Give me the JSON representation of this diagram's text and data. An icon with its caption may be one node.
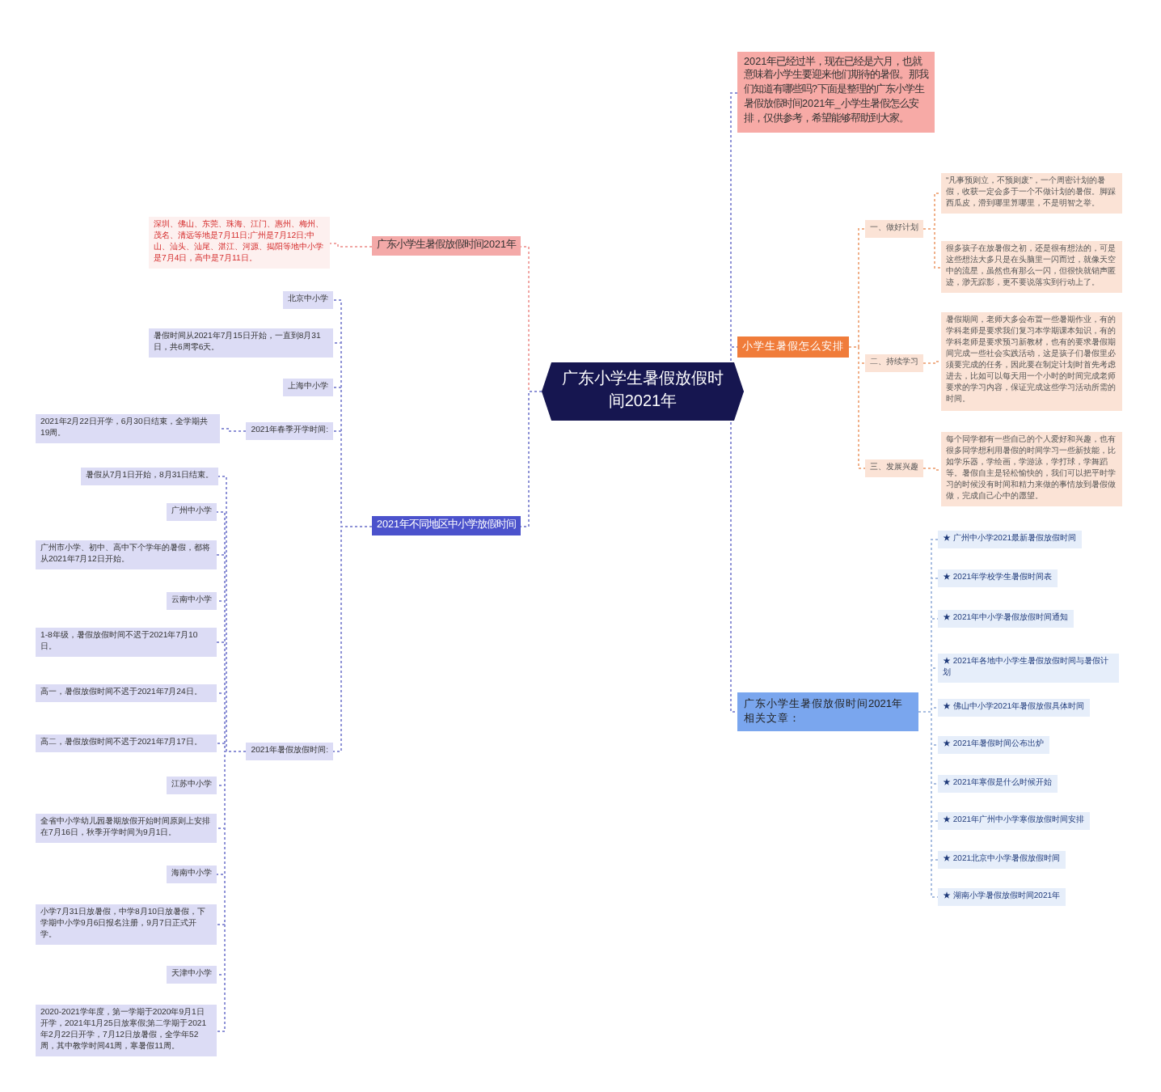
{
  "diagram": {
    "nodes": [
      {
        "text": [
          "广东小学生暑假放假时间2021年"
        ]
      },
      {
        "text": [
          "广东小学生暑假放假时间2021年"
        ]
      },
      {
        "text": [
          "深圳、佛山、东莞、珠海、江门、惠州、梅州、茂名、清远等地是7月11日;广州是7月12日;中山、汕头、汕尾、湛江、河源、揭阳等地中小学是7月4日，高中是7月11日。"
        ]
      },
      {
        "text": [
          "2021年不同地区中小学放假时间"
        ]
      },
      {
        "text": [
          "北京中小学"
        ]
      },
      {
        "text": [
          "暑假时间从2021年7月15日开始，一直到8月31日，共6周零6天。"
        ]
      },
      {
        "text": [
          "上海中小学"
        ]
      },
      {
        "text": [
          "2021年春季开学时间:"
        ]
      },
      {
        "text": [
          "2021年2月22日开学，6月30日结束，全学期共19周。"
        ]
      },
      {
        "text": [
          "2021年暑假放假时间:"
        ]
      },
      {
        "text": [
          "暑假从7月1日开始，8月31日结束。"
        ]
      },
      {
        "text": [
          "广州中小学"
        ]
      },
      {
        "text": [
          "广州市小学、初中、高中下个学年的暑假，都将从2021年7月12日开始。"
        ]
      },
      {
        "text": [
          "云南中小学"
        ]
      },
      {
        "text": [
          "1-8年级，暑假放假时间不迟于2021年7月10日。"
        ]
      },
      {
        "text": [
          "高一，暑假放假时间不迟于2021年7月24日。"
        ]
      },
      {
        "text": [
          "高二，暑假放假时间不迟于2021年7月17日。"
        ]
      },
      {
        "text": [
          "江苏中小学"
        ]
      },
      {
        "text": [
          "全省中小学幼儿园暑期放假开始时间原则上安排在7月16日，秋季开学时间为9月1日。"
        ]
      },
      {
        "text": [
          "海南中小学"
        ]
      },
      {
        "text": [
          "小学7月31日放暑假，中学8月10日放暑假，下学期中小学9月6日报名注册，9月7日正式开学。"
        ]
      },
      {
        "text": [
          "天津中小学"
        ]
      },
      {
        "text": [
          "2020-2021学年度，第一学期于2020年9月1日开学，2021年1月25日放寒假;第二学期于2021年2月22日开学，7月12日放暑假，全学年52周，其中教学时间41周，寒暑假11周。"
        ]
      },
      {
        "text": [
          "2021年已经过半，现在已经是六月，也就意味着小学生要迎来他们期待的暑假。那我们知道有哪些吗?下面是整理的广东小学生暑假放假时间2021年_小学生暑假怎么安排，仅供参考，希望能够帮助到大家。"
        ]
      },
      {
        "text": [
          "小学生暑假怎么安排"
        ]
      },
      {
        "text": [
          "一、做好计划"
        ]
      },
      {
        "text": [
          "“凡事预则立，不预则废”，一个周密计划的暑假，收获一定会多于一个不做计划的暑假。脚踩西瓜皮，滑到哪里算哪里，不是明智之举。"
        ]
      },
      {
        "text": [
          "很多孩子在放暑假之初，还是很有想法的，可是这些想法大多只是在头脑里一闪而过，就像天空中的流星，虽然也有那么一闪，但很快就销声匿迹，渺无踪影，更不要说落实到行动上了。"
        ]
      },
      {
        "text": [
          "二、持续学习"
        ]
      },
      {
        "text": [
          "暑假期间，老师大多会布置一些暑期作业，有的学科老师是要求我们复习本学期课本知识，有的学科老师是要求预习新教材，也有的要求暑假期间完成一些社会实践活动，这是孩子们暑假里必须要完成的任务，因此要在制定计划时首先考虑进去，比如可以每天用一个小时的时间完成老师要求的学习内容，保证完成这些学习活动所需的时间。"
        ]
      },
      {
        "text": [
          "三、发展兴趣"
        ]
      },
      {
        "text": [
          "每个同学都有一些自己的个人爱好和兴趣，也有很多同学想利用暑假的时间学习一些新技能，比如学乐器，学绘画，学游泳，学打球，学舞蹈等。暑假自主是轻松愉快的，我们可以把平时学习的时候没有时间和精力来做的事情放到暑假做做，完成自己心中的愿望。"
        ]
      },
      {
        "text": [
          "广东小学生暑假放假时间2021年相关文章："
        ]
      },
      {
        "text": [
          "★ 广州中小学2021最新暑假放假时间"
        ]
      },
      {
        "text": [
          "★ 2021年学校学生暑假时间表"
        ]
      },
      {
        "text": [
          "★ 2021年中小学暑假放假时间通知"
        ]
      },
      {
        "text": [
          "★ 2021年各地中小学生暑假放假时间与暑假计划"
        ]
      },
      {
        "text": [
          "★ 佛山中小学2021年暑假放假具体时间"
        ]
      },
      {
        "text": [
          "★ 2021年暑假时间公布出炉"
        ]
      },
      {
        "text": [
          "★ 2021年寒假是什么时候开始"
        ]
      },
      {
        "text": [
          "★ 2021年广州中小学寒假放假时间安排"
        ]
      },
      {
        "text": [
          "★ 2021北京中小学暑假放假时间"
        ]
      },
      {
        "text": [
          "★ 湖南小学暑假放假时间2021年"
        ]
      }
    ],
    "edges": [
      {
        "from": 0,
        "to": 1,
        "arrow": "none",
        "style": "dashed",
        "color": "#f1a7a5"
      },
      {
        "from": 1,
        "to": 2,
        "arrow": "none",
        "style": "dashed",
        "color": "#f1a7a5"
      },
      {
        "from": 0,
        "to": 3,
        "arrow": "none",
        "style": "dashed"
      },
      {
        "from": 3,
        "to": 4,
        "arrow": "none",
        "style": "dashed"
      },
      {
        "from": 3,
        "to": 5,
        "arrow": "none",
        "style": "dashed"
      },
      {
        "from": 3,
        "to": 6,
        "arrow": "none",
        "style": "dashed"
      },
      {
        "from": 3,
        "to": 7,
        "arrow": "none",
        "style": "dashed"
      },
      {
        "from": 7,
        "to": 8,
        "arrow": "none",
        "style": "dashed"
      },
      {
        "from": 3,
        "to": 9,
        "arrow": "none",
        "style": "dashed"
      },
      {
        "from": 9,
        "to": 10,
        "arrow": "none",
        "style": "dashed"
      },
      {
        "from": 9,
        "to": 11,
        "arrow": "none",
        "style": "dashed"
      },
      {
        "from": 9,
        "to": 12,
        "arrow": "none",
        "style": "dashed"
      },
      {
        "from": 9,
        "to": 13,
        "arrow": "none",
        "style": "dashed"
      },
      {
        "from": 9,
        "to": 14,
        "arrow": "none",
        "style": "dashed"
      },
      {
        "from": 9,
        "to": 15,
        "arrow": "none",
        "style": "dashed"
      },
      {
        "from": 9,
        "to": 16,
        "arrow": "none",
        "style": "dashed"
      },
      {
        "from": 9,
        "to": 17,
        "arrow": "none",
        "style": "dashed"
      },
      {
        "from": 9,
        "to": 18,
        "arrow": "none",
        "style": "dashed"
      },
      {
        "from": 9,
        "to": 19,
        "arrow": "none",
        "style": "dashed"
      },
      {
        "from": 9,
        "to": 20,
        "arrow": "none",
        "style": "dashed"
      },
      {
        "from": 9,
        "to": 21,
        "arrow": "none",
        "style": "dashed"
      },
      {
        "from": 9,
        "to": 22,
        "arrow": "none",
        "style": "dashed"
      },
      {
        "from": 0,
        "to": 23,
        "arrow": "none",
        "style": "dashed"
      },
      {
        "from": 0,
        "to": 24,
        "arrow": "none",
        "style": "dashed"
      },
      {
        "from": 24,
        "to": 25,
        "arrow": "none",
        "style": "dashed",
        "color": "#f0b08a"
      },
      {
        "from": 25,
        "to": 26,
        "arrow": "none",
        "style": "dashed",
        "color": "#f0b08a"
      },
      {
        "from": 25,
        "to": 27,
        "arrow": "none",
        "style": "dashed",
        "color": "#f0b08a"
      },
      {
        "from": 24,
        "to": 28,
        "arrow": "none",
        "style": "dashed",
        "color": "#f0b08a"
      },
      {
        "from": 28,
        "to": 29,
        "arrow": "none",
        "style": "dashed",
        "color": "#f0b08a"
      },
      {
        "from": 24,
        "to": 30,
        "arrow": "none",
        "style": "dashed",
        "color": "#f0b08a"
      },
      {
        "from": 30,
        "to": 31,
        "arrow": "none",
        "style": "dashed",
        "color": "#f0b08a"
      },
      {
        "from": 0,
        "to": 32,
        "arrow": "none",
        "style": "dashed"
      },
      {
        "from": 32,
        "to": 33,
        "arrow": "none",
        "style": "dashed",
        "color": "#a8bde0"
      },
      {
        "from": 32,
        "to": 34,
        "arrow": "none",
        "style": "dashed",
        "color": "#a8bde0"
      },
      {
        "from": 32,
        "to": 35,
        "arrow": "none",
        "style": "dashed",
        "color": "#a8bde0"
      },
      {
        "from": 32,
        "to": 36,
        "arrow": "none",
        "style": "dashed",
        "color": "#a8bde0"
      },
      {
        "from": 32,
        "to": 37,
        "arrow": "none",
        "style": "dashed",
        "color": "#a8bde0"
      },
      {
        "from": 32,
        "to": 38,
        "arrow": "none",
        "style": "dashed",
        "color": "#a8bde0"
      },
      {
        "from": 32,
        "to": 39,
        "arrow": "none",
        "style": "dashed",
        "color": "#a8bde0"
      },
      {
        "from": 32,
        "to": 40,
        "arrow": "none",
        "style": "dashed",
        "color": "#a8bde0"
      },
      {
        "from": 32,
        "to": 41,
        "arrow": "none",
        "style": "dashed",
        "color": "#a8bde0"
      },
      {
        "from": 32,
        "to": 42,
        "arrow": "none",
        "style": "dashed",
        "color": "#a8bde0"
      }
    ]
  }
}
